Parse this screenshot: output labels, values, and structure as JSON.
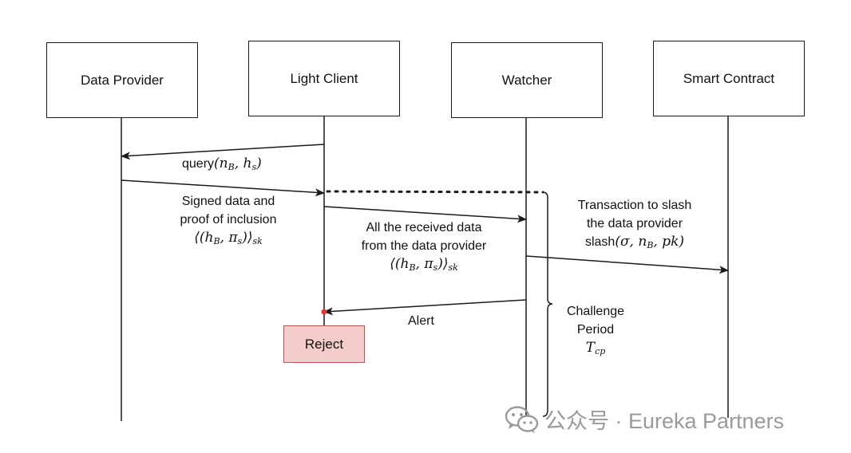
{
  "actors": {
    "data_provider": "Data Provider",
    "light_client": "Light Client",
    "watcher": "Watcher",
    "smart_contract": "Smart Contract"
  },
  "messages": {
    "query": {
      "fn": "query",
      "args": "(n",
      "sub1": "B",
      "mid": ", h",
      "sub2": "s",
      "close": ")"
    },
    "signed_data": {
      "line1": "Signed data and",
      "line2": "proof of inclusion",
      "math_open": "⟨(h",
      "math_sub1": "B",
      "math_mid": ", π",
      "math_sub2": "s",
      "math_close": ")⟩",
      "math_sub3": "sk"
    },
    "received_data": {
      "line1": "All the received data",
      "line2": "from the data provider",
      "math_open": "⟨(h",
      "math_sub1": "B",
      "math_mid": ", π",
      "math_sub2": "s",
      "math_close": ")⟩",
      "math_sub3": "sk"
    },
    "slash": {
      "line1": "Transaction to slash",
      "line2": "the data provider",
      "fn": "slash",
      "args": "(σ, n",
      "sub1": "B",
      "rest": ", pk)"
    },
    "alert": "Alert"
  },
  "challenge": {
    "line1": "Challenge",
    "line2": "Period",
    "math": "T",
    "math_sub": "cp"
  },
  "reject": "Reject",
  "watermark": {
    "text": "公众号 · Eureka Partners",
    "icon": "wechat-icon"
  },
  "colors": {
    "line": "#1a1a1a",
    "reject_fill": "#f5cccc",
    "reject_border": "#b85450",
    "alert_dot": "#e53935",
    "watermark": "#9a9a9a"
  }
}
